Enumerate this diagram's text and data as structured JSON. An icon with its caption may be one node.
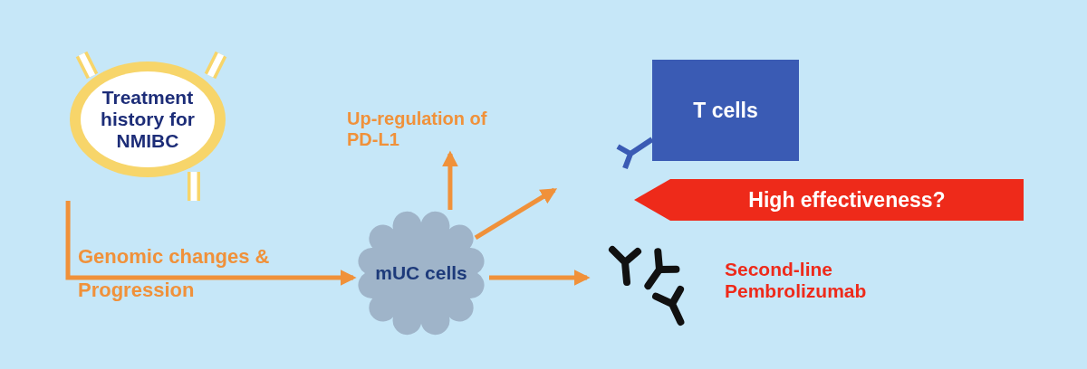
{
  "diagram": {
    "nodes": [
      {
        "text": [
          "Treatment history for NMIBC"
        ]
      },
      {
        "text": [
          "mUC cells"
        ]
      },
      {
        "text": [
          "Up-regulation of PD-L1"
        ]
      },
      {
        "text": [
          "T cells"
        ]
      },
      {
        "text": [
          "High effectiveness?"
        ]
      },
      {
        "text": [],
        "shape": "picture",
        "beside": [
          "Second-line Pembrolizumab"
        ]
      }
    ],
    "edges": [
      {
        "from": 0,
        "to": 1,
        "arrow": "to",
        "label": "Genomic changes & Progression"
      },
      {
        "from": 1,
        "to": 2,
        "arrow": "to"
      },
      {
        "from": 1,
        "to": null,
        "arrow": "to"
      },
      {
        "from": 1,
        "to": 5,
        "arrow": "to"
      }
    ]
  }
}
